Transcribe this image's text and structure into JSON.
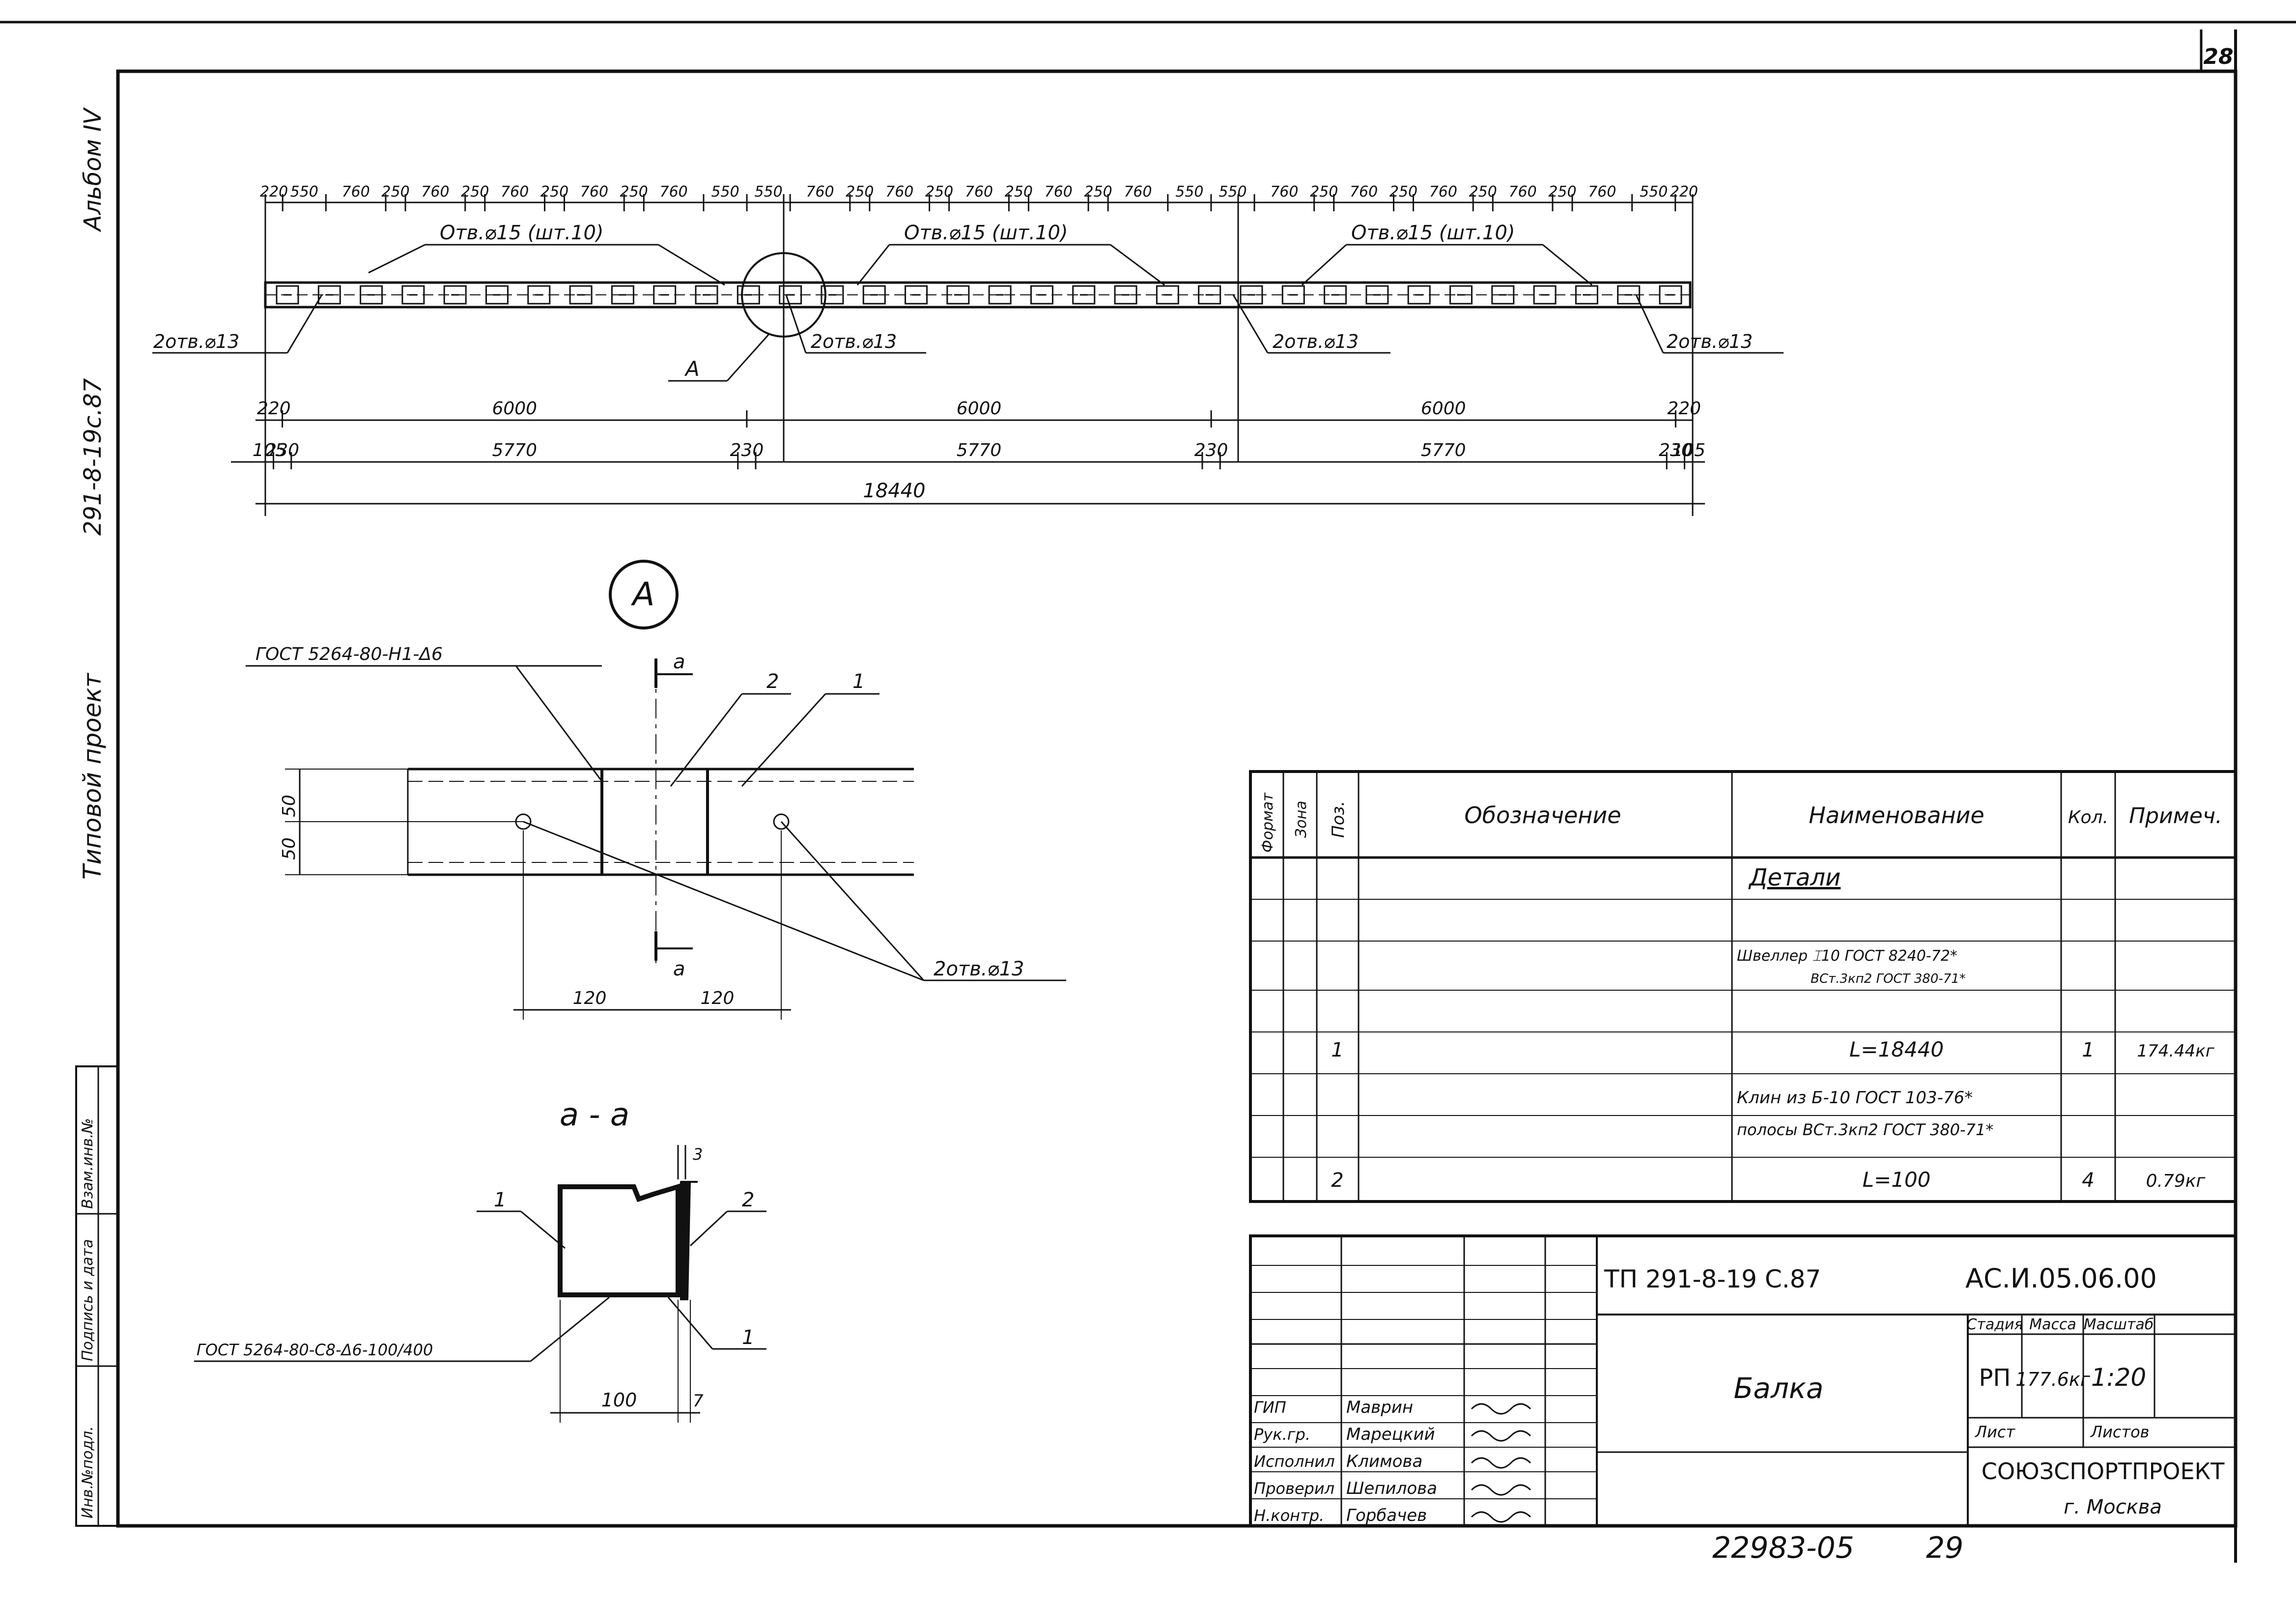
{
  "sheet": {
    "page_number": "28",
    "left_margin_top": "Альбом IV",
    "left_margin_mid": "291-8-19с.87",
    "left_margin_bottom": "Типовой проект",
    "bottom_sheet_number": "22983-05",
    "bottom_sheet_page": "29",
    "stamp_labels": [
      "Инв.№подл.",
      "Подпись и дата",
      "Взам.инв.№"
    ]
  },
  "beam": {
    "top_dimensions": [
      "220",
      "550",
      "760",
      "250",
      "760",
      "250",
      "760",
      "250",
      "760",
      "250",
      "760",
      "550",
      "550",
      "760",
      "250",
      "760",
      "250",
      "760",
      "250",
      "760",
      "250",
      "760",
      "550",
      "550",
      "760",
      "250",
      "760",
      "250",
      "760",
      "250",
      "760",
      "250",
      "760",
      "550",
      "220"
    ],
    "hole_callouts": [
      "Отв.⌀15 (шт.10)",
      "Отв.⌀15 (шт.10)",
      "Отв.⌀15 (шт.10)"
    ],
    "end_hole_callouts": [
      "2отв.⌀13",
      "2отв.⌀13",
      "2отв.⌀13",
      "2отв.⌀13"
    ],
    "detail_pointer": "А",
    "row1": [
      "220",
      "6000",
      "6000",
      "6000",
      "220"
    ],
    "row2": [
      "105",
      "230",
      "5770",
      "230",
      "5770",
      "230",
      "5770",
      "230",
      "105"
    ],
    "total": "18440"
  },
  "detail": {
    "title": "А",
    "weld_note": "ГОСТ 5264-80-Н1-Δ6",
    "pos_labels": [
      "2",
      "1"
    ],
    "section_marks": [
      "а",
      "а"
    ],
    "dims_vertical": [
      "50",
      "50"
    ],
    "dims_horizontal": [
      "120",
      "120"
    ],
    "holes_callout": "2отв.⌀13"
  },
  "section": {
    "title": "а - а",
    "thickness": "3",
    "pos_labels": [
      "1",
      "2",
      "1"
    ],
    "weld_note": "ГОСТ 5264-80-С8-Δ6-100/400",
    "width": "100",
    "gap": "7"
  },
  "spec_table": {
    "headers": [
      "Формат",
      "Зона",
      "Поз.",
      "Обозначение",
      "Наименование",
      "Кол.",
      "Примеч."
    ],
    "section_title": "Детали",
    "rows": [
      {
        "pos": "",
        "name": "Швеллер ⌶10 ГОСТ 8240-72*",
        "qty": "",
        "note": ""
      },
      {
        "pos": "",
        "name": "ВСт.3кп2 ГОСТ 380-71*",
        "qty": "",
        "note": ""
      },
      {
        "pos": "1",
        "name": "L=18440",
        "qty": "1",
        "note": "174.44кг"
      },
      {
        "pos": "",
        "name": "Клин из Б-10 ГОСТ 103-76*",
        "qty": "",
        "note": ""
      },
      {
        "pos": "",
        "name": "полосы ВСт.3кп2 ГОСТ 380-71*",
        "qty": "",
        "note": ""
      },
      {
        "pos": "2",
        "name": "L=100",
        "qty": "4",
        "note": "0.79кг"
      }
    ]
  },
  "title_block": {
    "project": "ТП 291-8-19 С.87",
    "doc_code": "АС.И.05.06.00",
    "item_name": "Балка",
    "stage_header": "Стадия",
    "mass_header": "Масса",
    "scale_header": "Масштаб",
    "stage": "РП",
    "mass": "177.6кг",
    "scale": "1:20",
    "sheet_label": "Лист",
    "sheets_label": "Листов",
    "organization": "СОЮЗСПОРТПРОЕКТ",
    "city": "г. Москва",
    "people": [
      {
        "role": "ГИП",
        "name": "Маврин"
      },
      {
        "role": "Рук.гр.",
        "name": "Марецкий"
      },
      {
        "role": "Исполнил",
        "name": "Климова"
      },
      {
        "role": "Проверил",
        "name": "Шепилова"
      },
      {
        "role": "Н.контр.",
        "name": "Горбачев"
      }
    ]
  }
}
